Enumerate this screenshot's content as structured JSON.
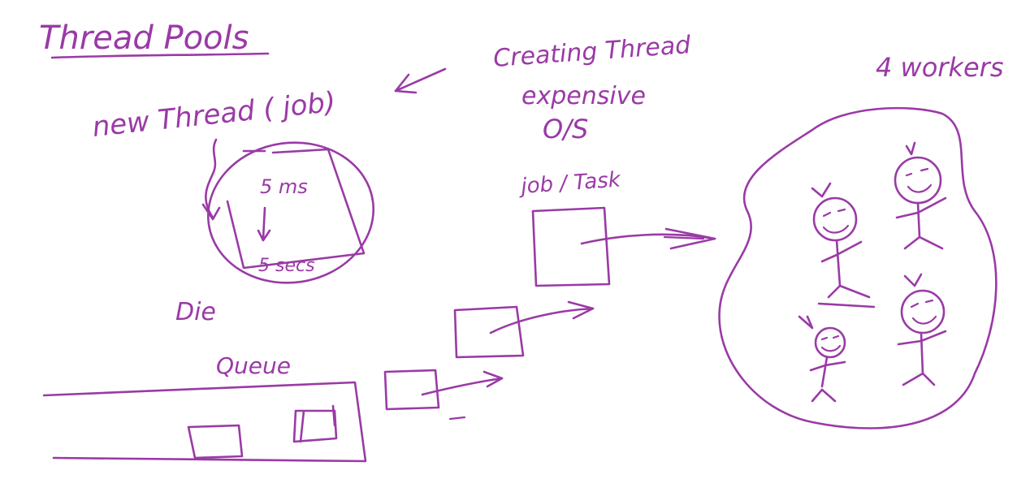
{
  "colors": {
    "ink": "#9a3aa6",
    "background": "#ffffff"
  },
  "labels": {
    "title": "Thread Pools",
    "new_thread": "new Thread ( job)",
    "creating_thread": "Creating Thread",
    "expensive": "expensive",
    "os": "O/S",
    "job_task": "job / Task",
    "workers": "4 workers",
    "die": "Die",
    "queue": "Queue",
    "step_a": "5 ms",
    "step_b": "5 secs"
  }
}
